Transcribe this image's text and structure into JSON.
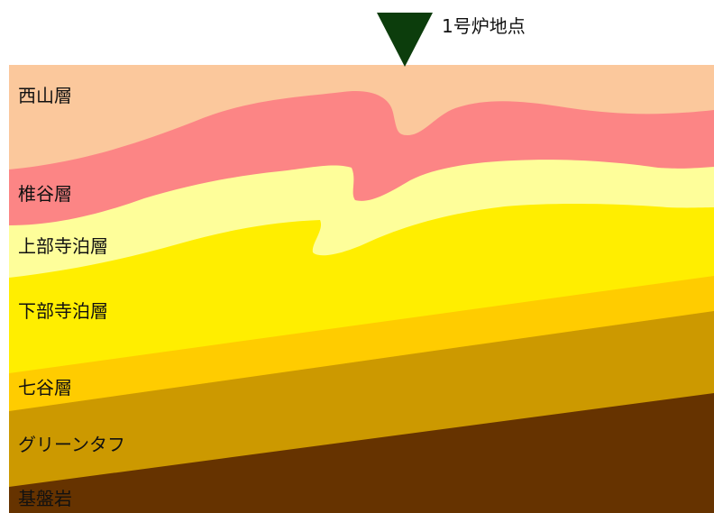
{
  "marker": {
    "label": "1号炉地点",
    "icon": "inverted-triangle-icon",
    "color": "#0c3d0c"
  },
  "layers": [
    {
      "id": "nishiyama",
      "name": "西山層",
      "color": "#fbc89c"
    },
    {
      "id": "shiiya",
      "name": "椎谷層",
      "color": "#fc8585"
    },
    {
      "id": "upper-teradomari",
      "name": "上部寺泊層",
      "color": "#fefe9a"
    },
    {
      "id": "lower-teradomari",
      "name": "下部寺泊層",
      "color": "#ffee00"
    },
    {
      "id": "nanatani",
      "name": "七谷層",
      "color": "#ffcc00"
    },
    {
      "id": "green-tuff",
      "name": "グリーンタフ",
      "color": "#cc9900"
    },
    {
      "id": "basement",
      "name": "基盤岩",
      "color": "#663300"
    }
  ]
}
